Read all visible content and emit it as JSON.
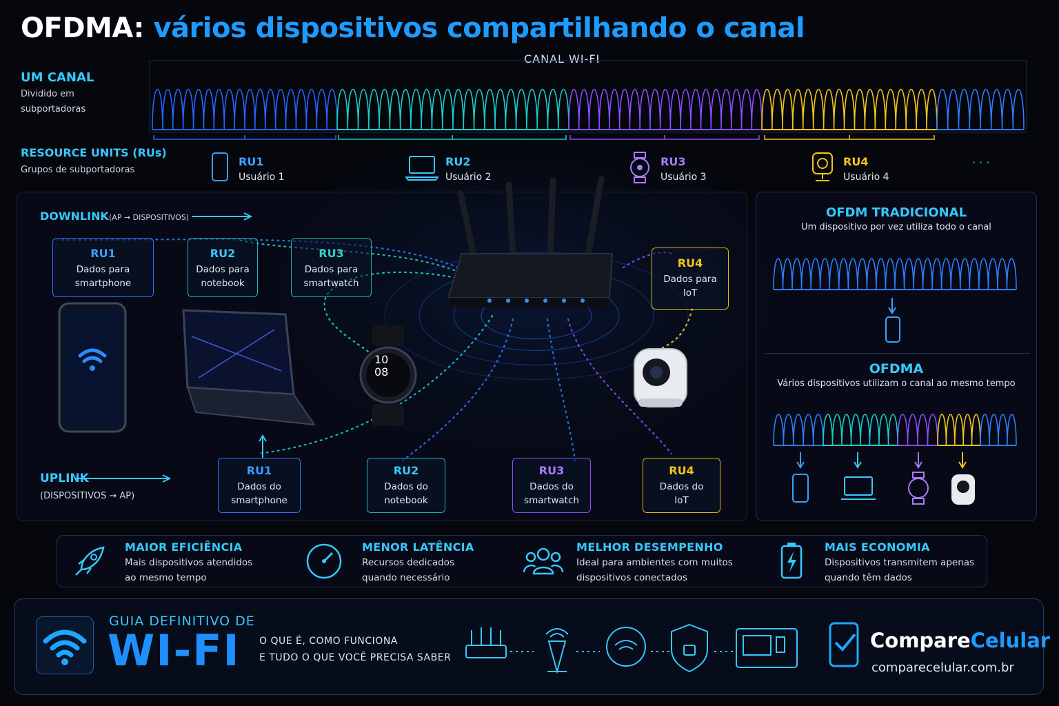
{
  "title": {
    "part1": "OFDMA:",
    "part2": "vários dispositivos compartilhando o canal"
  },
  "channel": {
    "label": "CANAL WI-FI",
    "left_title": "UM CANAL",
    "left_sub1": "Dividido em",
    "left_sub2": "subportadoras",
    "segment_colors": [
      "#2563ff",
      "#17d0c8",
      "#8a4dff",
      "#f5c518",
      "#2a7dff"
    ]
  },
  "resource_units": {
    "title": "RESOURCE UNITS (RUs)",
    "sub": "Grupos de subportadoras",
    "items": [
      {
        "ru": "RU1",
        "user": "Usuário 1",
        "icon": "smartphone-icon",
        "color": "#3aa0ff"
      },
      {
        "ru": "RU2",
        "user": "Usuário 2",
        "icon": "laptop-icon",
        "color": "#38c8ff"
      },
      {
        "ru": "RU3",
        "user": "Usuário 3",
        "icon": "smartwatch-icon",
        "color": "#a87bff"
      },
      {
        "ru": "RU4",
        "user": "Usuário 4",
        "icon": "camera-icon",
        "color": "#f5c518"
      }
    ],
    "more": "· · ·"
  },
  "downlink": {
    "title": "DOWNLINK",
    "sub": "(AP → DISPOSITIVOS)",
    "boxes": [
      {
        "ru": "RU1",
        "line1": "Dados para",
        "line2": "smartphone"
      },
      {
        "ru": "RU2",
        "line1": "Dados para",
        "line2": "notebook"
      },
      {
        "ru": "RU3",
        "line1": "Dados para",
        "line2": "smartwatch"
      },
      {
        "ru": "RU4",
        "line1": "Dados para",
        "line2": "IoT"
      }
    ]
  },
  "uplink": {
    "title": "UPLINK",
    "sub": "(DISPOSITIVOS → AP)",
    "boxes": [
      {
        "ru": "RU1",
        "line1": "Dados do",
        "line2": "smartphone"
      },
      {
        "ru": "RU2",
        "line1": "Dados do",
        "line2": "notebook"
      },
      {
        "ru": "RU3",
        "line1": "Dados do",
        "line2": "smartwatch"
      },
      {
        "ru": "RU4",
        "line1": "Dados do",
        "line2": "IoT"
      }
    ]
  },
  "watch_time": {
    "hour": "10",
    "minute": "08"
  },
  "ofdm": {
    "title": "OFDM TRADICIONAL",
    "sub": "Um dispositivo por vez utiliza todo o canal"
  },
  "ofdma": {
    "title": "OFDMA",
    "sub": "Vários dispositivos utilizam o canal ao mesmo tempo"
  },
  "benefits": [
    {
      "title": "MAIOR EFICIÊNCIA",
      "line1": "Mais dispositivos atendidos",
      "line2": "ao mesmo tempo",
      "icon": "rocket-icon"
    },
    {
      "title": "MENOR LATÊNCIA",
      "line1": "Recursos dedicados",
      "line2": "quando necessário",
      "icon": "speedometer-icon"
    },
    {
      "title": "MELHOR DESEMPENHO",
      "line1": "Ideal para ambientes com muitos",
      "line2": "dispositivos conectados",
      "icon": "users-icon"
    },
    {
      "title": "MAIS ECONOMIA",
      "line1": "Dispositivos transmitem apenas",
      "line2": "quando têm dados",
      "icon": "battery-icon"
    }
  ],
  "footer": {
    "guide": "GUIA DEFINITIVO DE",
    "big": "WI-FI",
    "line1": "O QUE É, COMO FUNCIONA",
    "line2": "E TUDO O QUE VOCÊ PRECISA SABER",
    "brand1": "Compare",
    "brand2": "Celular",
    "url": "comparecelular.com.br"
  }
}
